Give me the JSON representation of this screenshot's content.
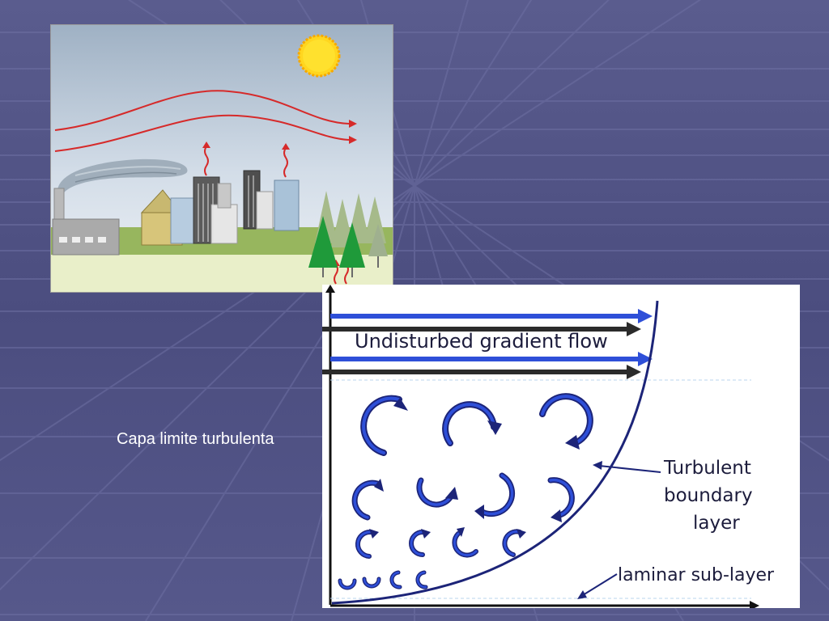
{
  "slide": {
    "label": "Capa limite turbulenta"
  },
  "diagram": {
    "flow_label": "Undisturbed gradient flow",
    "turbulent_label": [
      "Turbulent",
      "boundary",
      "layer"
    ],
    "laminar_label": "laminar sub-layer"
  },
  "colors": {
    "background": "#4e5082",
    "flow_blue": "#2e4fd8",
    "flow_dark": "#2b2b2b",
    "profile_navy": "#1c2478",
    "wind_red": "#d62a2a",
    "sun": "#ffd61f"
  }
}
